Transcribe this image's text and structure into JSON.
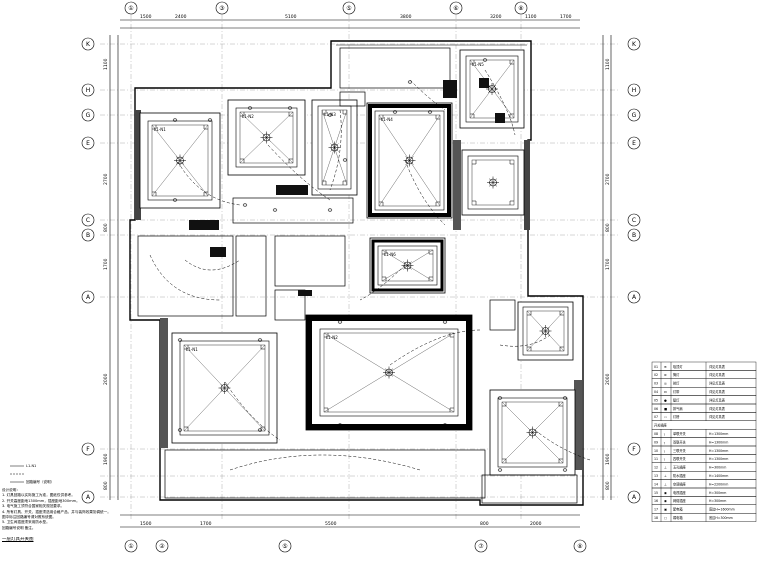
{
  "drawing": {
    "top_axes": [
      "①",
      "③",
      "⑤",
      "⑥",
      "⑧"
    ],
    "bottom_axes": [
      "①",
      "②",
      "⑤",
      "⑦",
      "⑧"
    ],
    "left_axes": [
      "K",
      "H",
      "G",
      "E",
      "C",
      "B",
      "A",
      "F",
      "A"
    ],
    "right_axes": [
      "K",
      "H",
      "G",
      "E",
      "C",
      "B",
      "A",
      "F",
      "A"
    ],
    "top_dims": [
      "1500",
      "2400",
      "5100",
      "3800",
      "3200",
      "1100",
      "1700"
    ],
    "bottom_dims": [
      "1500",
      "1700",
      "5500",
      "800",
      "2000"
    ],
    "left_dims": [
      "1100",
      "2700",
      "800",
      "1700",
      "2000",
      "1900",
      "800"
    ],
    "right_dims": [
      "1100",
      "2700",
      "800",
      "1700",
      "2000",
      "1900",
      "800"
    ],
    "room_labels": [
      "L1-N1",
      "L1-N2",
      "L1-N3",
      "L1-N4",
      "L1-N5",
      "L1-N6",
      "L1-N1",
      "L1-N2"
    ]
  },
  "legend": {
    "rows": [
      [
        "01",
        "⊕",
        "吸顶灯",
        "详见灯具表"
      ],
      [
        "02",
        "⊗",
        "筒灯",
        "详见灯具表"
      ],
      [
        "03",
        "◎",
        "射灯",
        "详见灯具表"
      ],
      [
        "04",
        "⊡",
        "灯带",
        "详见灯具表"
      ],
      [
        "05",
        "●",
        "壁灯",
        "详见灯具表"
      ],
      [
        "06",
        "■",
        "排气扇",
        "详见灯具表"
      ],
      [
        "07",
        "▭",
        "灯槽",
        "详见灯具表"
      ]
    ],
    "sub_title": "开关插座",
    "rows2": [
      [
        "08",
        "╮",
        "单联开关",
        "H=1300mm"
      ],
      [
        "09",
        "╮",
        "双联开关",
        "H=1300mm"
      ],
      [
        "10",
        "╮",
        "三联开关",
        "H=1300mm"
      ],
      [
        "11",
        "╮",
        "四联开关",
        "H=1300mm"
      ],
      [
        "12",
        "⊥",
        "五孔插座",
        "H=300mm"
      ],
      [
        "13",
        "⊥",
        "防水插座",
        "H=1400mm"
      ],
      [
        "14",
        "⊥",
        "空调插座",
        "H=2200mm"
      ],
      [
        "15",
        "◉",
        "电视插座",
        "H=300mm"
      ],
      [
        "16",
        "◉",
        "网络插座",
        "H=300mm"
      ],
      [
        "17",
        "▣",
        "配电箱",
        "底边H=1600mm"
      ],
      [
        "18",
        "▢",
        "弱电箱",
        "底边H=300mm"
      ]
    ]
  },
  "notes": {
    "key_title": "L1-N1",
    "key_sub": "回路编号（说明）",
    "lines": [
      "设计说明：",
      "1. 灯具回路以实际施工为准，图纸仅供参考。",
      "2. 开关高度距地1300mm，插座距地300mm。",
      "3. 电气施工须符合国家相关规范要求。",
      "4. 所有灯具、开关、插座须选用合格产品，并与装饰效果协调统一。",
      "   图中标注回路编号请对照系统图。",
      "5. 卫生间插座须采用防水型。",
      "   回路编号说明      备注。"
    ],
    "drawing_title": "一层灯具开关图"
  }
}
